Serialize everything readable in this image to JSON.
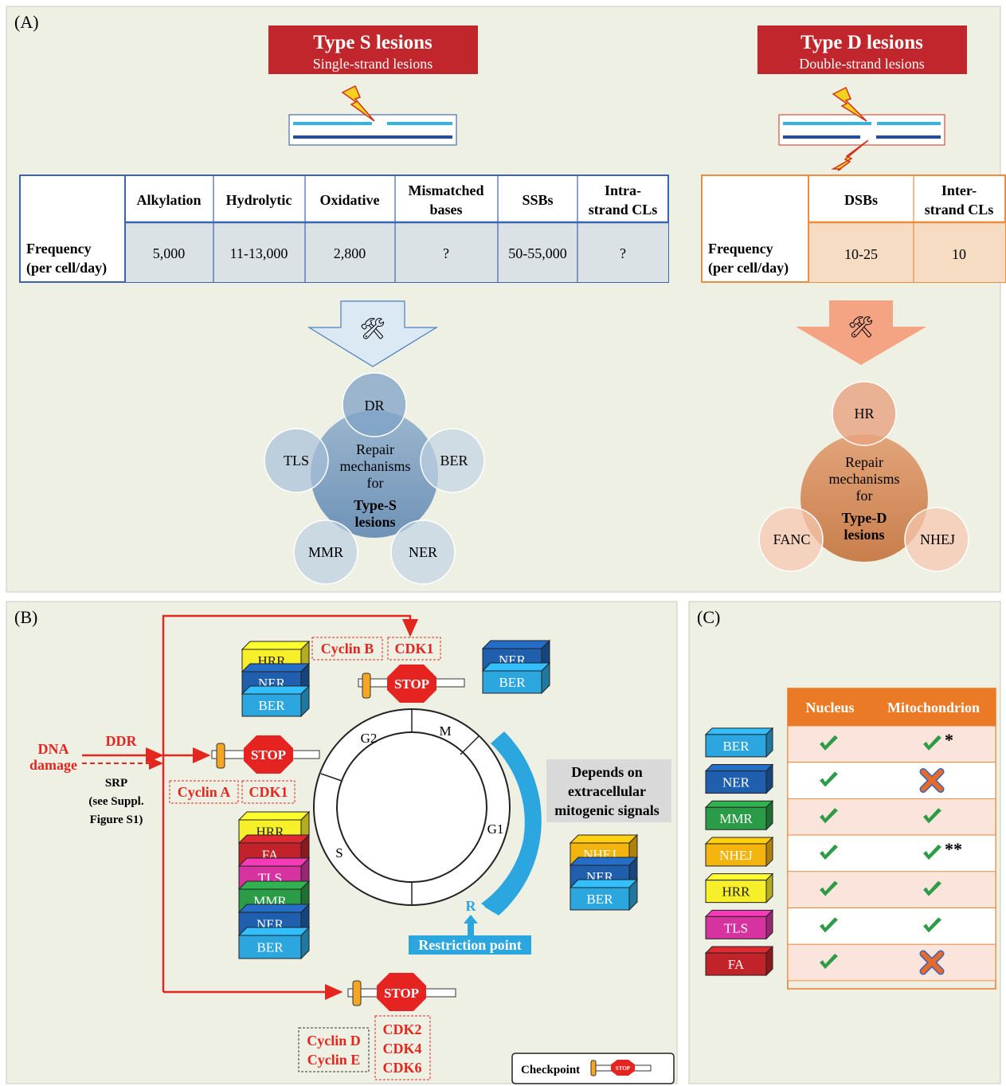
{
  "panelA": {
    "label": "(A)",
    "typeS": {
      "title": "Type S lesions",
      "subtitle": "Single-strand lesions"
    },
    "typeD": {
      "title": "Type D lesions",
      "subtitle": "Double-strand lesions"
    },
    "tableS": {
      "row_label_1": "Frequency",
      "row_label_2": "(per cell/day)",
      "headers": [
        {
          "l1": "Alkylation",
          "l2": ""
        },
        {
          "l1": "Hydrolytic",
          "l2": ""
        },
        {
          "l1": "Oxidative",
          "l2": ""
        },
        {
          "l1": "Mismatched",
          "l2": "bases"
        },
        {
          "l1": "SSBs",
          "l2": ""
        },
        {
          "l1": "Intra-",
          "l2": "strand CLs"
        }
      ],
      "values": [
        "5,000",
        "11-13,000",
        "2,800",
        "?",
        "50-55,000",
        "?"
      ]
    },
    "tableD": {
      "row_label_1": "Frequency",
      "row_label_2": "(per cell/day)",
      "headers": [
        {
          "l1": "DSBs",
          "l2": ""
        },
        {
          "l1": "Inter-",
          "l2": "strand CLs"
        }
      ],
      "values": [
        "10-25",
        "10"
      ]
    },
    "tools_icon": "🛠",
    "repairS": {
      "center_lines": [
        "Repair",
        "mechanisms",
        "for"
      ],
      "center_bold": [
        "Type-S",
        "lesions"
      ],
      "satellites": [
        "DR",
        "BER",
        "NER",
        "MMR",
        "TLS"
      ]
    },
    "repairD": {
      "center_lines": [
        "Repair",
        "mechanisms",
        "for"
      ],
      "center_bold": [
        "Type-D",
        "lesions"
      ],
      "satellites": [
        "HR",
        "NHEJ",
        "FANC"
      ]
    }
  },
  "panelB": {
    "label": "(B)",
    "dna_damage": [
      "DNA",
      "damage"
    ],
    "ddr": "DDR",
    "srp": [
      "SRP",
      "(see Suppl.",
      "Figure S1)"
    ],
    "stop_text": "STOP",
    "cyclin_b": "Cyclin B",
    "cdk1_top": "CDK1",
    "cyclin_a": "Cyclin A",
    "cdk1_left": "CDK1",
    "cyclin_de": [
      "Cyclin D",
      "Cyclin E"
    ],
    "cdk_list": [
      "CDK2",
      "CDK4",
      "CDK6"
    ],
    "phases": {
      "g2": "G2",
      "m": "M",
      "g1": "G1",
      "s": "S"
    },
    "restriction_letter": "R",
    "restriction_label": "Restriction point",
    "mitogenic": [
      "Depends on",
      "extracellular",
      "mitogenic signals"
    ],
    "stack_g2": [
      "HRR",
      "NER",
      "BER"
    ],
    "stack_m": [
      "NER",
      "BER"
    ],
    "stack_s": [
      "HRR",
      "FA",
      "TLS",
      "MMR",
      "NER",
      "BER"
    ],
    "stack_g1": [
      "NHEJ",
      "NER",
      "BER"
    ],
    "legend_label": "Checkpoint",
    "legend_stop": "STOP"
  },
  "panelC": {
    "label": "(C)",
    "headers": [
      "Nucleus",
      "Mitochondrion"
    ],
    "rows": [
      {
        "name": "BER",
        "nucleus": "check",
        "mito": "check",
        "mark": "*"
      },
      {
        "name": "NER",
        "nucleus": "check",
        "mito": "cross",
        "mark": ""
      },
      {
        "name": "MMR",
        "nucleus": "check",
        "mito": "check",
        "mark": ""
      },
      {
        "name": "NHEJ",
        "nucleus": "check",
        "mito": "check",
        "mark": "**"
      },
      {
        "name": "HRR",
        "nucleus": "check",
        "mito": "check",
        "mark": ""
      },
      {
        "name": "TLS",
        "nucleus": "check",
        "mito": "check",
        "mark": ""
      },
      {
        "name": "FA",
        "nucleus": "check",
        "mito": "cross",
        "mark": ""
      }
    ]
  },
  "colors": {
    "panel_bg": "#eef0e3",
    "red_banner": "#c0262b",
    "table_s_border": "#3d64b1",
    "table_s_cell": "#dbe2e6",
    "table_d_border": "#ee8c3d",
    "table_d_cell": "#f6dcc2",
    "ber": "#2ba6de",
    "ner": "#1f5fae",
    "mmr": "#2a9b46",
    "nhej": "#f4b40e",
    "hrr": "#f7ef2a",
    "tls": "#d633a0",
    "fa": "#c2232a",
    "stop": "#e52320",
    "check": "#2e9b47",
    "cross": "#e56b2d",
    "header_orange": "#ea7a26"
  }
}
